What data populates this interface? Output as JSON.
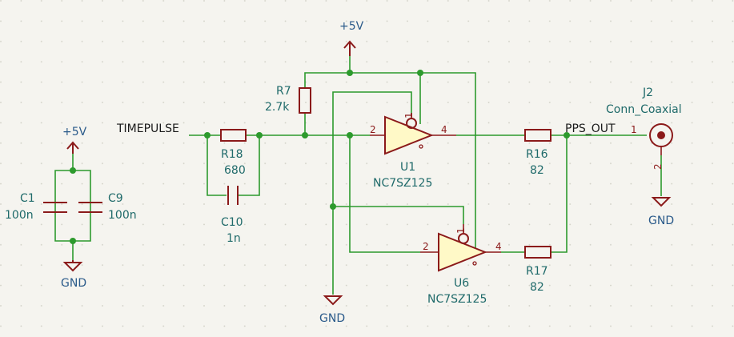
{
  "colors": {
    "background": "#f5f4ef",
    "grid": "#cfcfc4",
    "wire": "#2d9a2d",
    "symbol": "#8b1a1a",
    "symbol_fill": "#fff9c7",
    "ref_text": "#1f6a6a",
    "power_text": "#2a5a8a",
    "net_label": "#1a1a1a"
  },
  "power": {
    "vcc_label": "+5V",
    "gnd_label": "GND"
  },
  "nets": {
    "timepulse": "TIMEPULSE",
    "pps_out": "PPS_OUT"
  },
  "components": {
    "c1": {
      "ref": "C1",
      "value": "100n"
    },
    "c9": {
      "ref": "C9",
      "value": "100n"
    },
    "r18": {
      "ref": "R18",
      "value": "680"
    },
    "c10": {
      "ref": "C10",
      "value": "1n"
    },
    "r7": {
      "ref": "R7",
      "value": "2.7k"
    },
    "u1": {
      "ref": "U1",
      "value": "NC7SZ125",
      "pin_in": "2",
      "pin_out": "4",
      "pin_oe": "1"
    },
    "u6": {
      "ref": "U6",
      "value": "NC7SZ125",
      "pin_in": "2",
      "pin_out": "4",
      "pin_oe": "1"
    },
    "r16": {
      "ref": "R16",
      "value": "82"
    },
    "r17": {
      "ref": "R17",
      "value": "82"
    },
    "j2": {
      "ref": "J2",
      "value": "Conn_Coaxial",
      "pin_sig": "1",
      "pin_gnd": "2"
    }
  }
}
